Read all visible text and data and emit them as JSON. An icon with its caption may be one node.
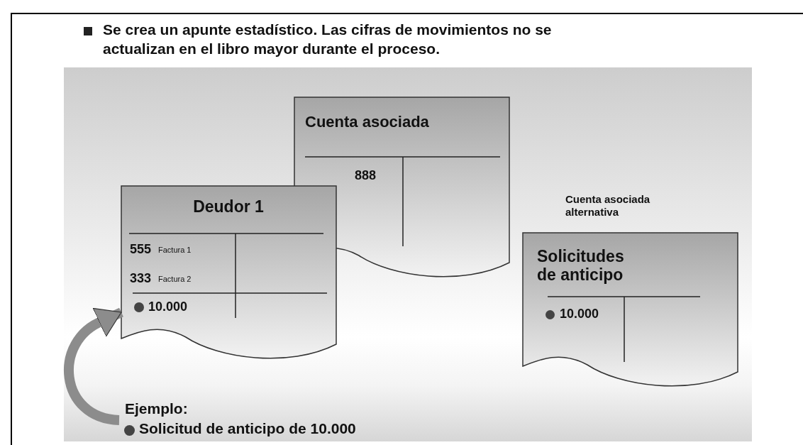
{
  "diagram": {
    "title": "Se crea un apunte estadístico. Las cifras de movimientos no se actualizan en el libro mayor durante el proceso.",
    "nodes": [
      {
        "text": [
          "Cuenta asociada",
          "888"
        ]
      },
      {
        "text": [
          "Deudor 1",
          "555",
          "Factura 1",
          "333",
          "Factura 2",
          "10.000"
        ]
      },
      {
        "text": [
          "Solicitudes de anticipo",
          "10.000"
        ],
        "beside": [
          "Cuenta asociada alternativa"
        ]
      },
      {
        "text": [
          "Ejemplo:",
          "Solicitud de anticipo de 10.000"
        ]
      }
    ],
    "edges": [
      {
        "from": 3,
        "to": 1,
        "arrow": "to"
      }
    ]
  }
}
